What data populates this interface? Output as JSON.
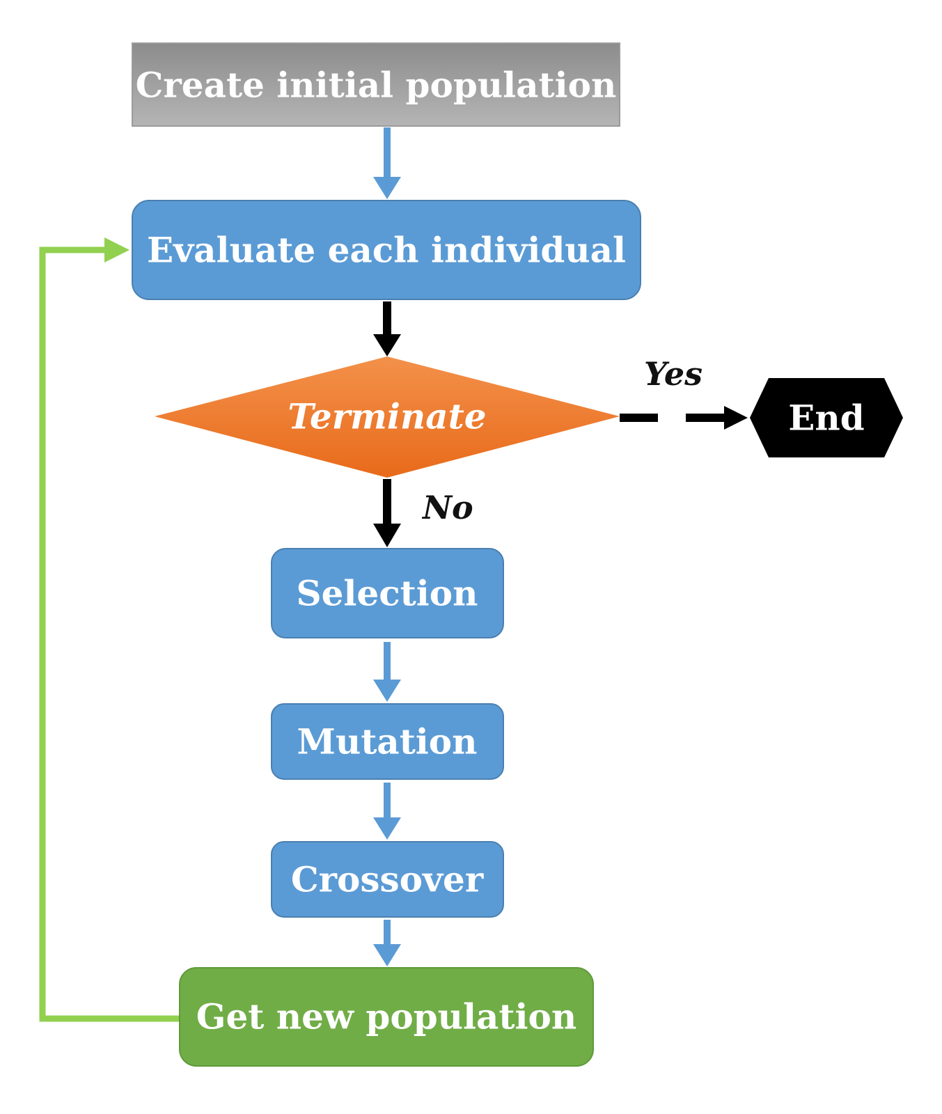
{
  "nodes": {
    "create_initial_population": {
      "label": "Create initial population",
      "color": "#9e9e9e"
    },
    "evaluate_each_individual": {
      "label": "Evaluate each individual",
      "color": "#5b9bd5"
    },
    "terminate": {
      "label": "Terminate",
      "color": "#f07c2a"
    },
    "end": {
      "label": "End",
      "color": "#000000"
    },
    "selection": {
      "label": "Selection",
      "color": "#5b9bd5"
    },
    "mutation": {
      "label": "Mutation",
      "color": "#5b9bd5"
    },
    "crossover": {
      "label": "Crossover",
      "color": "#5b9bd5"
    },
    "get_new_population": {
      "label": "Get new population",
      "color": "#70ad47"
    }
  },
  "edges": {
    "yes_label": "Yes",
    "no_label": "No",
    "colors": {
      "blue": "#5b9bd5",
      "black": "#000000",
      "green": "#92d050"
    }
  }
}
